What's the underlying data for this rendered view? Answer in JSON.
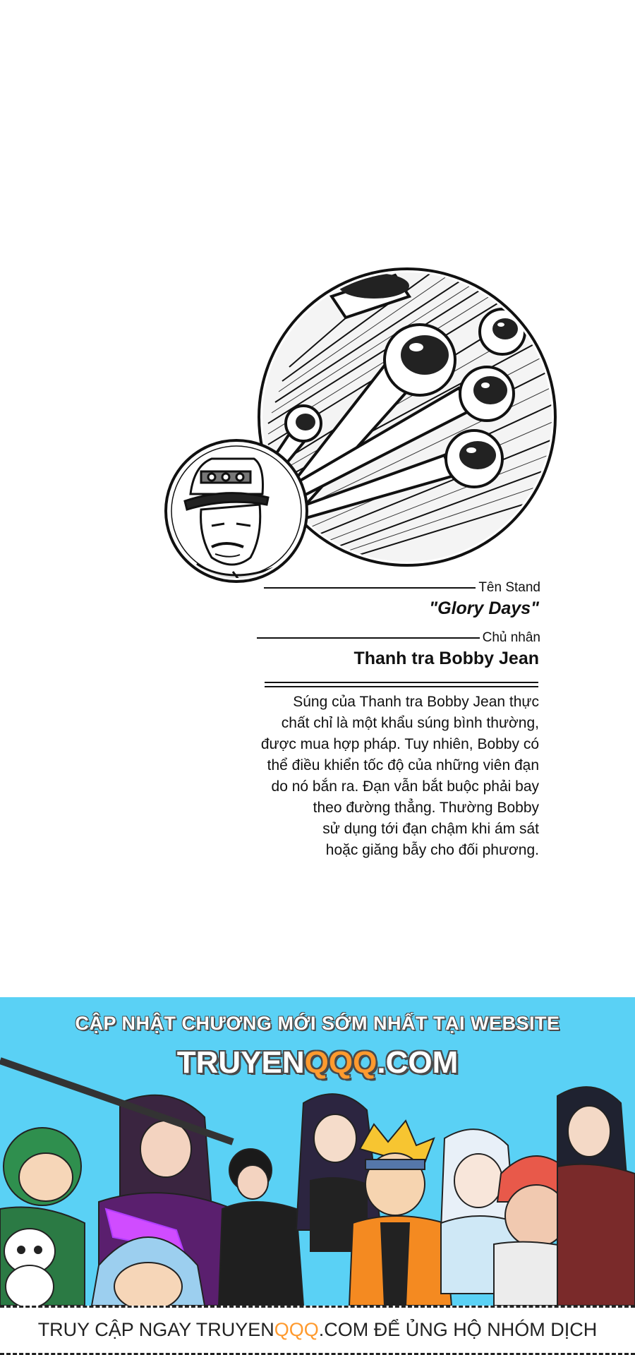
{
  "stand_card": {
    "label_stand": "Tên Stand",
    "stand_name": "\"Glory Days\"",
    "label_owner": "Chủ nhân",
    "owner_name": "Thanh tra Bobby Jean",
    "description_lines": [
      "Súng của Thanh tra Bobby Jean thực",
      "chất chỉ là một khẩu súng bình thường,",
      "được mua hợp pháp. Tuy nhiên, Bobby có",
      "thể điều khiển tốc độ của những viên đạn",
      "do nó bắn ra. Đạn vẫn bắt buộc phải bay",
      "theo đường thẳng. Thường Bobby",
      "sử dụng tới đạn chậm khi ám sát",
      "hoặc giăng bẫy cho đối phương."
    ]
  },
  "banner": {
    "headline": "CẬP NHẬT CHƯƠNG MỚI SỚM NHẤT TẠI WEBSITE",
    "site_part1": "TRUYEN",
    "site_part2": "QQQ",
    "site_part3": ".COM",
    "background_color": "#5ad1f5",
    "accent_color": "#ff9a2e"
  },
  "footer": {
    "text_part1": "TRUY CẬP NGAY TRUYEN",
    "text_part2": "QQQ",
    "text_part3": ".COM ĐỂ ỦNG HỘ NHÓM DỊCH"
  }
}
